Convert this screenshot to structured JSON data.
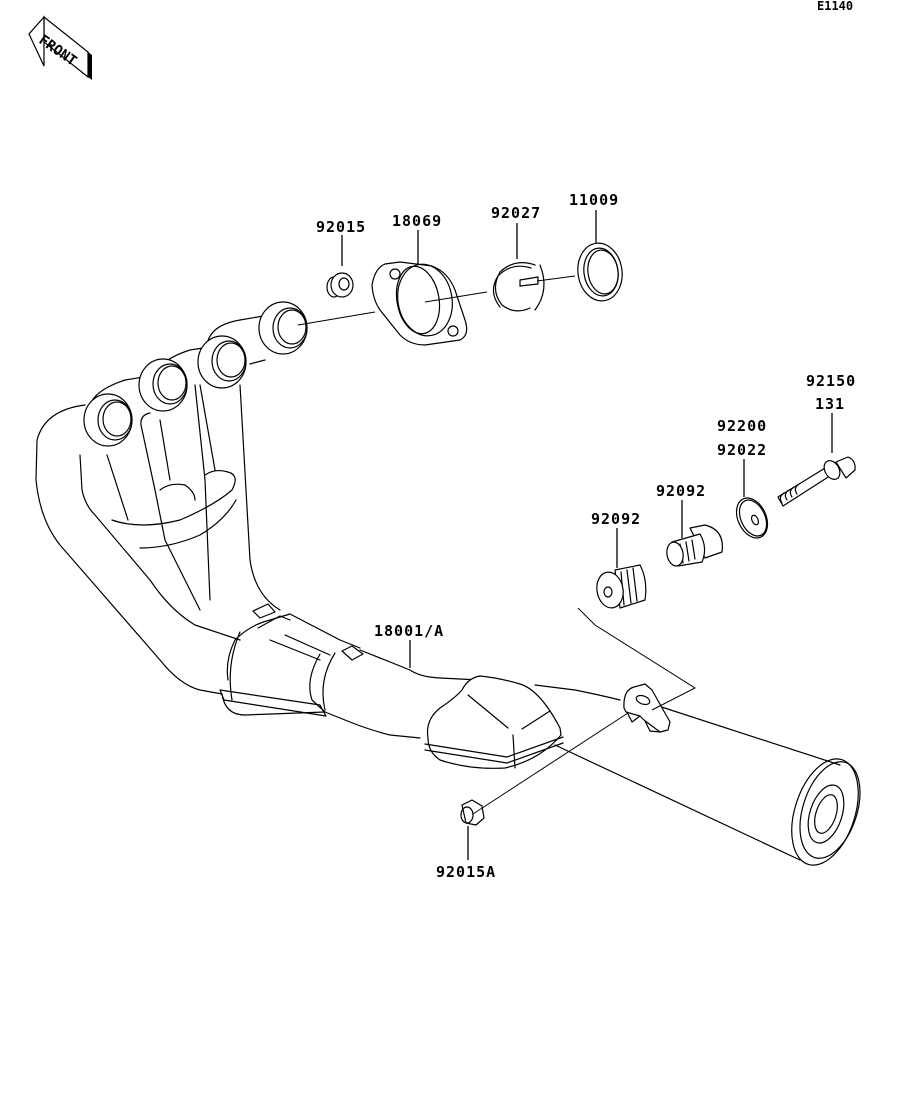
{
  "sheet_id": "E1140",
  "front_indicator": {
    "label": "FRONT",
    "direction": "left"
  },
  "parts": [
    {
      "id": "92015",
      "lines": [
        "92015"
      ],
      "description": "collar / grommet"
    },
    {
      "id": "18069",
      "lines": [
        "18069"
      ],
      "description": "exhaust flange"
    },
    {
      "id": "92027",
      "lines": [
        "92027"
      ],
      "description": "split collar"
    },
    {
      "id": "11009",
      "lines": [
        "11009"
      ],
      "description": "gasket"
    },
    {
      "id": "92150",
      "lines": [
        "92150",
        "131"
      ],
      "description": "bolt"
    },
    {
      "id": "92200",
      "lines": [
        "92200",
        "92022"
      ],
      "description": "washer"
    },
    {
      "id": "92092-a",
      "lines": [
        "92092"
      ],
      "description": "damper (upper)"
    },
    {
      "id": "92092-b",
      "lines": [
        "92092"
      ],
      "description": "damper (lower)"
    },
    {
      "id": "18001",
      "lines": [
        "18001/A"
      ],
      "description": "exhaust header and muffler assembly"
    },
    {
      "id": "92015A",
      "lines": [
        "92015A"
      ],
      "description": "nut"
    }
  ]
}
